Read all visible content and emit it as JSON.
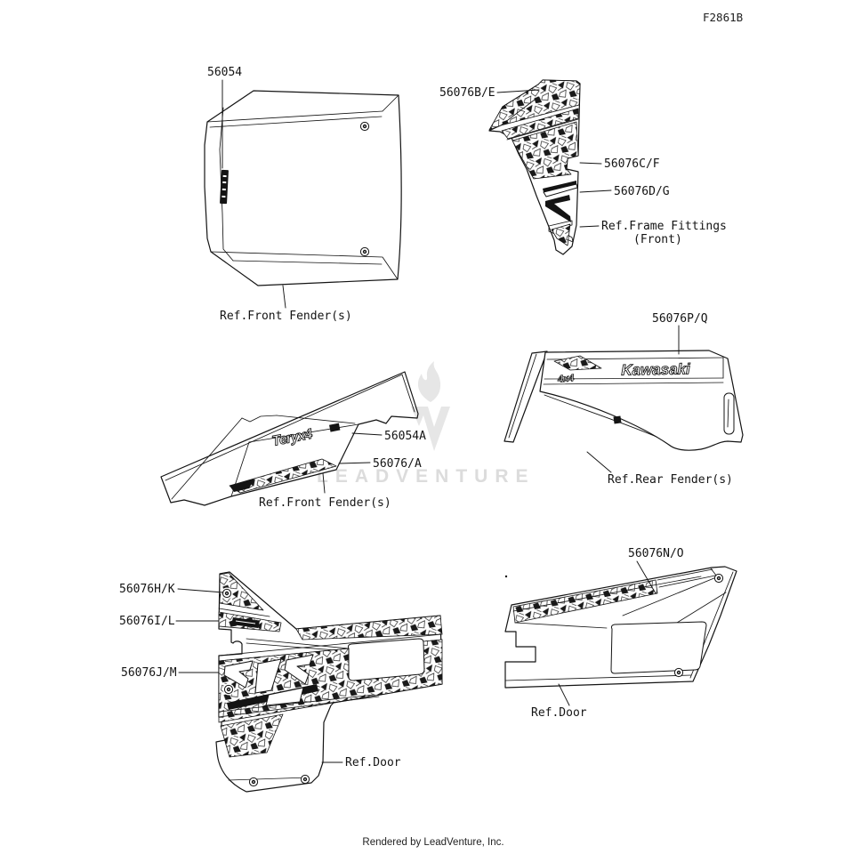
{
  "header": {
    "diagram_code": "F2861B"
  },
  "watermark": {
    "text": "LEADVENTURE"
  },
  "footer": {
    "credit": "Rendered by LeadVenture, Inc."
  },
  "colors": {
    "line": "#141414",
    "watermark": "#dcdcdc"
  },
  "assemblies": {
    "hood": {
      "ref_label": "Ref.Front Fender(s)",
      "parts": {
        "decal": "56054"
      }
    },
    "frame_fittings_front": {
      "ref_line1": "Ref.Frame Fittings",
      "ref_line2": "(Front)",
      "parts": {
        "upper": "56076B/E",
        "middle": "56076C/F",
        "lower": "56076D/G"
      }
    },
    "front_fender_side": {
      "ref_label": "Ref.Front Fender(s)",
      "decal_text": "Teryx4",
      "parts": {
        "logo_decal": "56054A",
        "stripe_decal": "56076/A"
      }
    },
    "rear_fender": {
      "ref_label": "Ref.Rear Fender(s)",
      "decal_brand": "Kawasaki",
      "decal_badge": "4x4",
      "parts": {
        "band_decal": "56076P/Q"
      }
    },
    "door_left": {
      "ref_label": "Ref.Door",
      "parts": {
        "upper": "56076H/K",
        "middle": "56076I/L",
        "lower": "56076J/M"
      }
    },
    "door_right": {
      "ref_label": "Ref.Door",
      "parts": {
        "band_decal": "56076N/O"
      }
    }
  }
}
